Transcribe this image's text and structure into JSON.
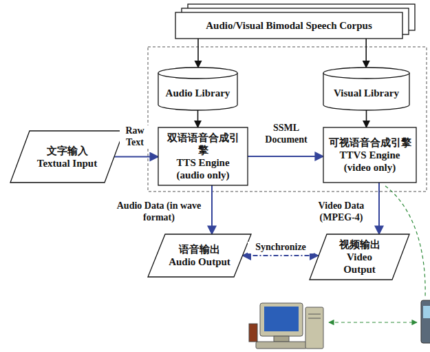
{
  "diagram": {
    "nodes": [
      {
        "text": [
          "Audio/Visual Bimodal Speech Corpus"
        ]
      },
      {
        "text": [
          "Audio Library"
        ]
      },
      {
        "text": [
          "Visual Library"
        ]
      },
      {
        "text": [
          "文字输入",
          "Textual Input"
        ]
      },
      {
        "text": [
          "双语语音合成引擎",
          "TTS Engine (audio only)"
        ]
      },
      {
        "text": [
          "可视语音合成引擎",
          "TTVS Engine (video only)"
        ]
      },
      {
        "text": [
          "语音输出",
          "Audio Output"
        ]
      },
      {
        "text": [
          "视频输出",
          "Video Output"
        ]
      }
    ],
    "edges": [
      {
        "from": 0,
        "to": 1,
        "arrow": "to"
      },
      {
        "from": 0,
        "to": 2,
        "arrow": "to"
      },
      {
        "from": 1,
        "to": 4,
        "arrow": "to"
      },
      {
        "from": 2,
        "to": 5,
        "arrow": "to"
      },
      {
        "from": 3,
        "to": 4,
        "label": "Raw Text",
        "arrow": "to"
      },
      {
        "from": 4,
        "to": 5,
        "label": "SSML Document",
        "arrow": "to"
      },
      {
        "from": 4,
        "to": 6,
        "label": "Audio Data (in wave format)",
        "arrow": "to"
      },
      {
        "from": 5,
        "to": 7,
        "label": "Video Data (MPEG-4)",
        "arrow": "to"
      },
      {
        "from": 6,
        "to": 7,
        "label": "Synchronize",
        "arrow": "both"
      }
    ]
  }
}
